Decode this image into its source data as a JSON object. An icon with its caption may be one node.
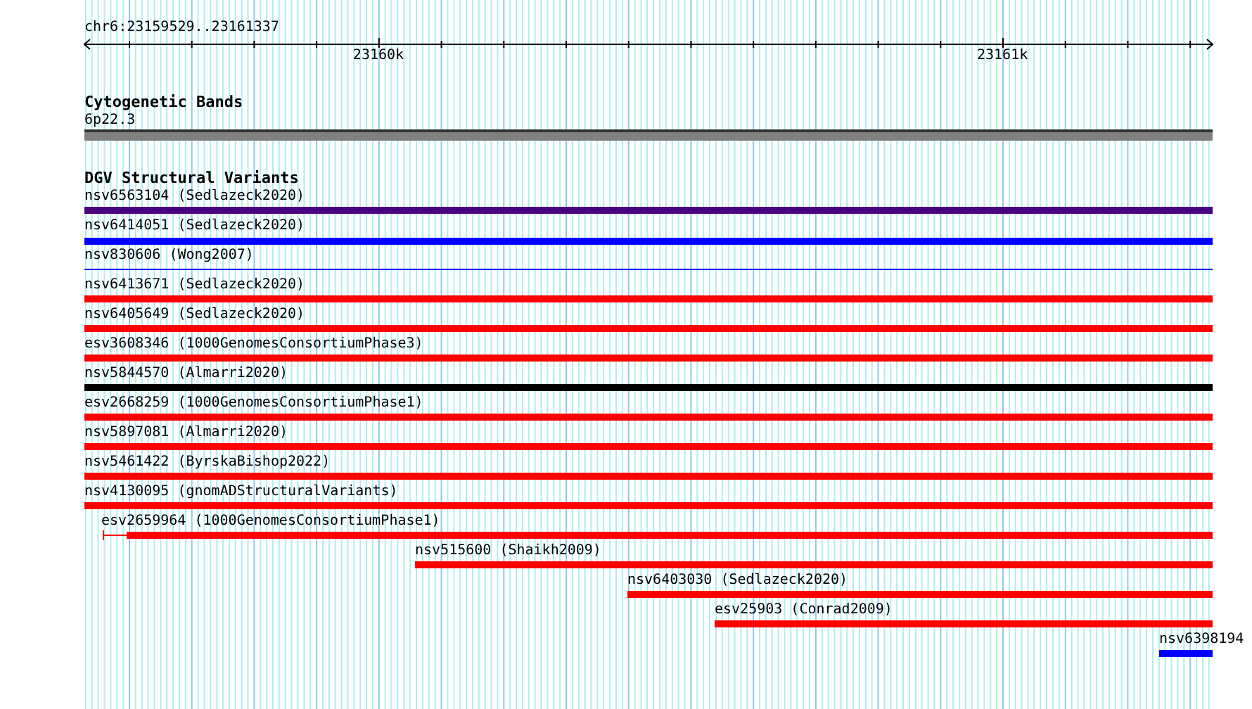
{
  "diagram": {
    "nodes": [
      {
        "text": [
          "6p22.3"
        ]
      },
      {
        "text": [
          "nsv6563104 (Sedlazeck2020)"
        ]
      },
      {
        "text": [
          "nsv6414051 (Sedlazeck2020)"
        ]
      },
      {
        "text": [
          "nsv830606 (Wong2007)"
        ]
      },
      {
        "text": [
          "nsv6413671 (Sedlazeck2020)"
        ]
      },
      {
        "text": [
          "nsv6405649 (Sedlazeck2020)"
        ]
      },
      {
        "text": [
          "esv3608346 (1000GenomesConsortiumPhase3)"
        ]
      },
      {
        "text": [
          "nsv5844570 (Almarri2020)"
        ]
      },
      {
        "text": [
          "esv2668259 (1000GenomesConsortiumPhase1)"
        ]
      },
      {
        "text": [
          "nsv5897081 (Almarri2020)"
        ]
      },
      {
        "text": [
          "nsv5461422 (ByrskaBishop2022)"
        ]
      },
      {
        "text": [
          "nsv4130095 (gnomADStructuralVariants)"
        ]
      },
      {
        "text": [
          "esv2659964 (1000GenomesConsortiumPhase1)"
        ]
      },
      {
        "text": [
          "nsv515600 (Shaikh2009)"
        ]
      },
      {
        "text": [
          "nsv6403030 (Sedlazeck2020)"
        ]
      },
      {
        "text": [
          "esv25903 (Conrad2009)"
        ]
      },
      {
        "text": [
          "nsv6398194"
        ]
      }
    ],
    "labels": [
      "chr6:23159529..23161337",
      "23160k",
      "23161k",
      "Cytogenetic Bands",
      "DGV Structural Variants"
    ]
  }
}
